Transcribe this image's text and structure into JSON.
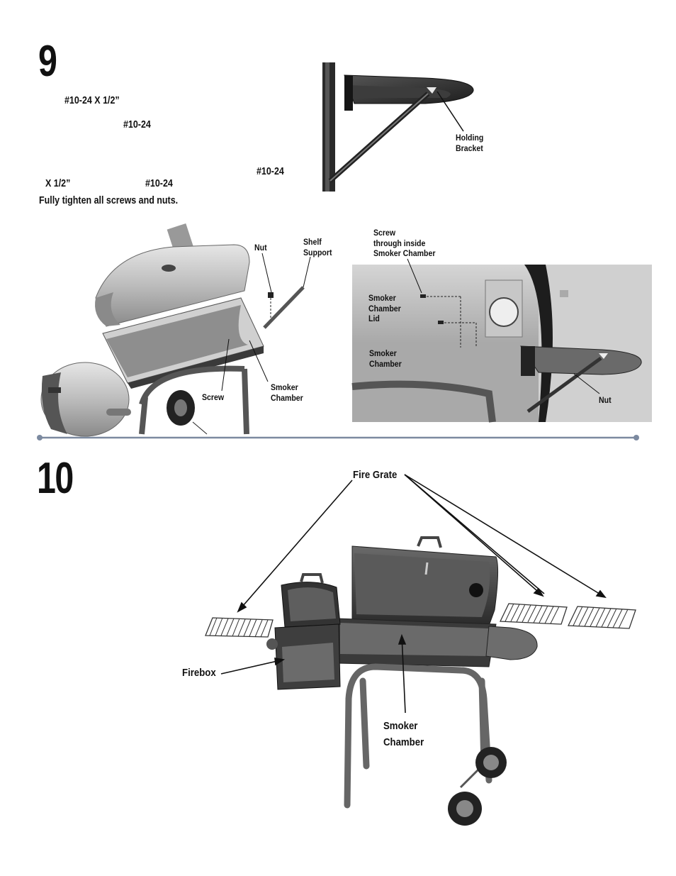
{
  "step9": {
    "number": "9",
    "instr": {
      "screw_size": "#10-24 X 1/2”",
      "nut_size_1": "#10-24",
      "nut_size_2": "#10-24",
      "screw_size_2": "X 1/2”",
      "nut_size_3": "#10-24",
      "tighten": "Fully tighten all screws and nuts."
    },
    "labels": {
      "holding_bracket": "Holding\nBracket",
      "nut_left": "Nut",
      "shelf_support": "Shelf\nSupport",
      "screw_left": "Screw",
      "smoker_chamber_left": "Smoker\nChamber",
      "screw_through": "Screw\nthrough inside\nSmoker Chamber",
      "smoker_chamber_lid": "Smoker\nChamber\nLid",
      "smoker_chamber_right": "Smoker\nChamber",
      "nut_right": "Nut"
    }
  },
  "step10": {
    "number": "10",
    "labels": {
      "fire_grate": "Fire Grate",
      "firebox": "Firebox",
      "smoker_chamber": "Smoker\nChamber"
    }
  }
}
